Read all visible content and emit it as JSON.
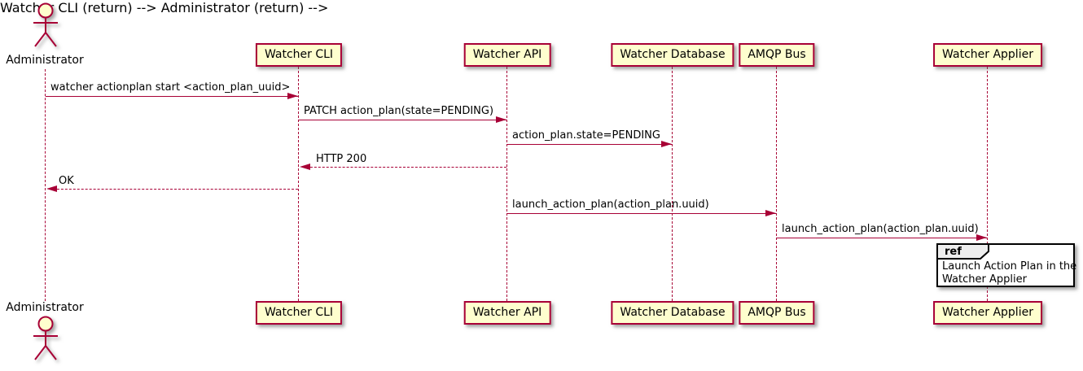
{
  "diagram": {
    "type": "sequence-diagram",
    "actor": {
      "label": "Administrator"
    },
    "participants": [
      {
        "label": "Watcher CLI"
      },
      {
        "label": "Watcher API"
      },
      {
        "label": "Watcher Database"
      },
      {
        "label": "AMQP Bus"
      },
      {
        "label": "Watcher Applier"
      }
    ],
    "messages": [
      {
        "label": "watcher actionplan start <action_plan_uuid>",
        "from": "Administrator",
        "to": "Watcher CLI",
        "line": "solid",
        "direction": "right"
      },
      {
        "label": "PATCH action_plan(state=PENDING)",
        "from": "Watcher CLI",
        "to": "Watcher API",
        "line": "solid",
        "direction": "right"
      },
      {
        "label": "action_plan.state=PENDING",
        "from": "Watcher API",
        "to": "Watcher Database",
        "line": "solid",
        "direction": "right"
      },
      {
        "label": "HTTP 200",
        "from": "Watcher API",
        "to": "Watcher CLI",
        "line": "dashed",
        "direction": "left"
      },
      {
        "label": "OK",
        "from": "Watcher CLI",
        "to": "Administrator",
        "line": "dashed",
        "direction": "left"
      },
      {
        "label": "launch_action_plan(action_plan.uuid)",
        "from": "Watcher API",
        "to": "AMQP Bus",
        "line": "solid",
        "direction": "right"
      },
      {
        "label": "launch_action_plan(action_plan.uuid)",
        "from": "AMQP Bus",
        "to": "Watcher Applier",
        "line": "solid",
        "direction": "right"
      }
    ],
    "ref": {
      "keyword": "ref",
      "line1": "Launch Action Plan in the",
      "line2": "Watcher Applier",
      "over": "Watcher Applier"
    },
    "colors": {
      "stroke": "#A80036",
      "participant_fill": "#FEFECE",
      "ref_header_fill": "#EEEEEE",
      "ref_border": "#000000",
      "text": "#000000",
      "background": "#FFFFFF"
    }
  }
}
